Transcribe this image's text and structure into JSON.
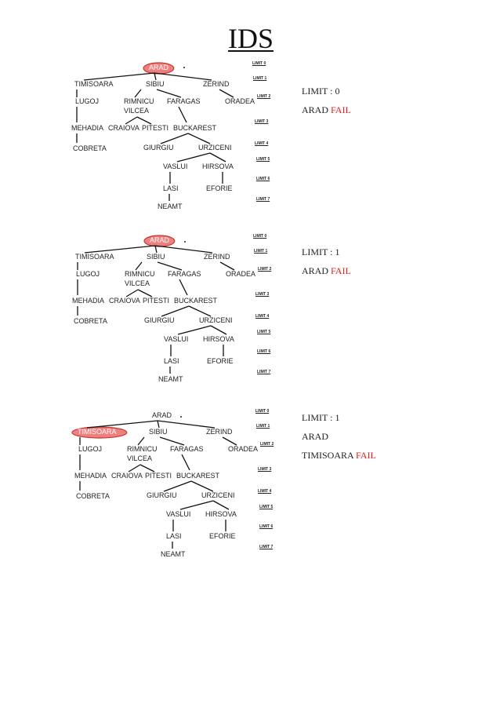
{
  "title": "IDS",
  "nodes": {
    "arad": "ARAD",
    "timisoara": "TIMISOARA",
    "sibiu": "SIBIU",
    "zerind": "ZERIND",
    "lugoj": "LUGOJ",
    "rimnicu1": "RIMNICU",
    "rimnicu2": "VILCEA",
    "faragas": "FARAGAS",
    "oradea": "ORADEA",
    "mehadia": "MEHADIA",
    "craiova": "CRAIOVA",
    "pitesti": "PITESTI",
    "buckarest": "BUCKAREST",
    "cobreta": "COBRETA",
    "giurgiu": "GIURGIU",
    "urziceni": "URZICENI",
    "vaslui": "VASLUI",
    "hirsova": "HIRSOVA",
    "lasi": "LASI",
    "eforie": "EFORIE",
    "neamt": "NEAMT"
  },
  "limits": [
    "LIMIT 0",
    "LIMIT 1",
    "LIMIT 2",
    "LIMIT 3",
    "LIMIT 4",
    "LIMIT 5",
    "LIMIT 6",
    "LIMIT 7"
  ],
  "steps": [
    {
      "highlight": "arad",
      "lines": [
        {
          "text": "LIMIT : 0"
        },
        {
          "text": "ARAD ",
          "fail": "FAIL"
        }
      ]
    },
    {
      "highlight": "arad",
      "lines": [
        {
          "text": "LIMIT : 1"
        },
        {
          "text": "ARAD ",
          "fail": "FAIL"
        }
      ]
    },
    {
      "highlight": "timisoara",
      "lines": [
        {
          "text": "LIMIT : 1"
        },
        {
          "text": "ARAD"
        },
        {
          "text": "TIMISOARA ",
          "fail": "FAIL"
        }
      ]
    }
  ],
  "colors": {
    "highlight_fill": "#f08080",
    "highlight_stroke": "#c0392b",
    "fail": "#e0201c",
    "line": "#111111"
  }
}
